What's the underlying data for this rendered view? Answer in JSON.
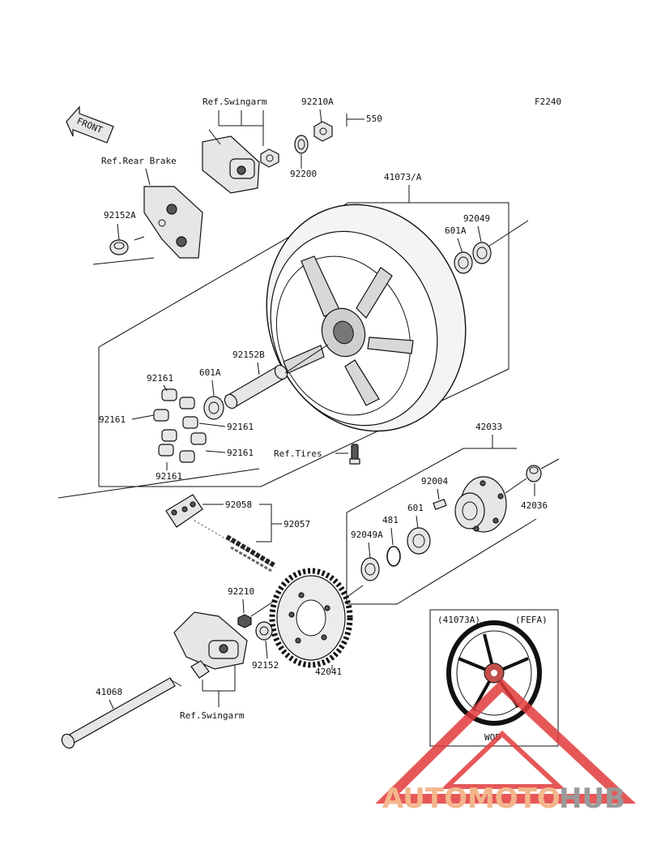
{
  "figure_code": "F2240",
  "front_label": "FRONT",
  "refs": {
    "swingarm_top": "Ref.Swingarm",
    "rear_brake": "Ref.Rear Brake",
    "tires": "Ref.Tires",
    "swingarm_bottom": "Ref.Swingarm"
  },
  "parts": {
    "p92210A": "92210A",
    "p550": "550",
    "p92200": "92200",
    "p41073A": "41073/A",
    "p92049": "92049",
    "p601A_top": "601A",
    "p92152A": "92152A",
    "p92152B": "92152B",
    "p601A_mid": "601A",
    "p92161_a": "92161",
    "p92161_b": "92161",
    "p92161_c": "92161",
    "p92161_d": "92161",
    "p92161_e": "92161",
    "p42033": "42033",
    "p92004": "92004",
    "p42036": "42036",
    "p92058": "92058",
    "p92057": "92057",
    "p481": "481",
    "p601": "601",
    "p92049A": "92049A",
    "p92210": "92210",
    "p92152": "92152",
    "p42041": "42041",
    "p41068": "41068"
  },
  "inset": {
    "code": "(41073A)",
    "variant": "(FEFA)",
    "color": "WOD"
  },
  "watermark": {
    "part1": "AUTOMOTO",
    "part2": "HUB",
    "color1": "#f3b68c",
    "color2": "#9a9a9a",
    "triangle_color": "#e23b3b"
  }
}
